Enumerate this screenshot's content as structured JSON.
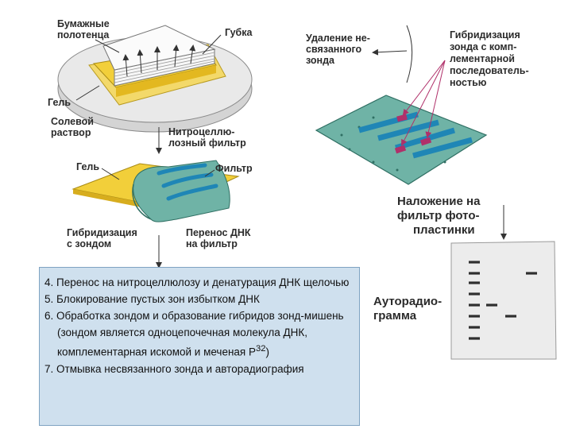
{
  "labels": {
    "paper_towels": [
      "Бумажные",
      "полотенца"
    ],
    "sponge": "Губка",
    "gel_top": "Гель",
    "salt_solution": [
      "Солевой",
      "раствор"
    ],
    "nitrocellulose_filter": [
      "Нитроцеллю-",
      "лозный фильтр"
    ],
    "gel_mid": "Гель",
    "filter": "Фильтр",
    "hybridization_probe": [
      "Гибридизация",
      "с зондом"
    ],
    "dna_transfer": [
      "Перенос ДНК",
      "на фильтр"
    ],
    "remove_unbound": [
      "Удаление не-",
      "связанного",
      "зонда"
    ],
    "probe_hybridization": [
      "Гибридизация",
      "зонда с комп-",
      "лементарной",
      "последователь-",
      "ностью"
    ],
    "film_overlay": [
      "Наложение на",
      "фильтр фото-",
      "пластинки"
    ],
    "autoradiogram": [
      "Ауторадио-",
      "грамма"
    ]
  },
  "steps": [
    "4. Перенос на нитроцеллюлозу и денатурация ДНК щелочью",
    "5. Блокирование пустых зон избытком ДНК",
    "6. Обработка зондом и образование гибридов зонд-мишень (зондом является одноцепочечная молекула ДНК, комплементарная искомой и меченая P",
    "7. Отмывка несвязанного зонда и авторадиография"
  ],
  "step6_superscript": "32",
  "step6_tail": ")",
  "colors": {
    "gel": "#f2cf3a",
    "filter": "#6fb3a6",
    "bands": "#1f86b6",
    "hybrid_marks": "#b0306a",
    "film": "#ececec",
    "film_bands": "#2f2f2f",
    "steps_box": "#cfe0ee"
  }
}
